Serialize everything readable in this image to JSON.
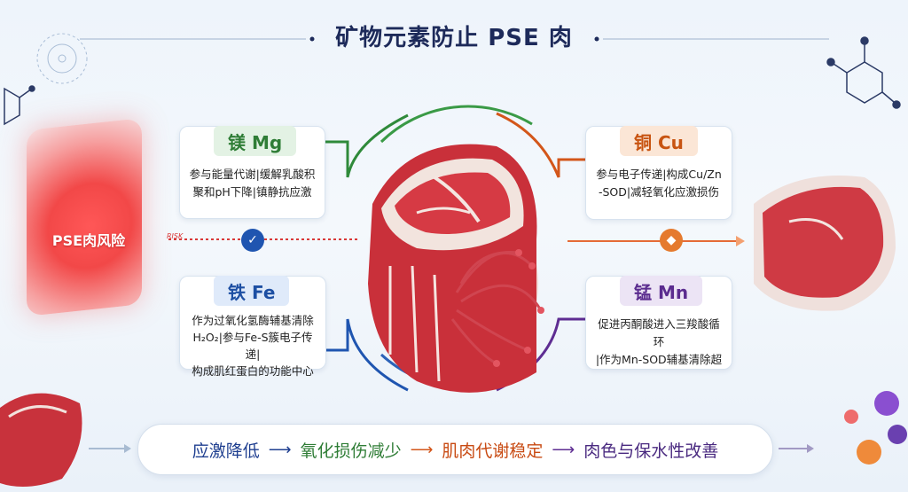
{
  "title": "矿物元素防止 PSE 肉",
  "pse_label": "PSE肉风险",
  "risk_tag": "RISK",
  "cards": {
    "mg": {
      "name": "镁 Mg",
      "lines": [
        "参与能量代谢|缓解乳酸积",
        "聚和pH下降|镇静抗应激"
      ]
    },
    "fe": {
      "name": "铁 Fe",
      "lines": [
        "作为过氧化氢酶辅基清除",
        "H₂O₂|参与Fe-S簇电子传递|",
        "构成肌红蛋白的功能中心"
      ]
    },
    "cu": {
      "name": "铜 Cu",
      "lines": [
        "参与电子传递|构成Cu/Zn",
        "-SOD|减轻氧化应激损伤"
      ]
    },
    "mn": {
      "name": "锰 Mn",
      "lines": [
        "促进丙酮酸进入三羧酸循环",
        "|作为Mn-SOD辅基清除超"
      ]
    }
  },
  "flow": [
    "应激降低",
    "氧化损伤减少",
    "肌肉代谢稳定",
    "肉色与保水性改善"
  ],
  "colors": {
    "mg": "#2f8a3a",
    "fe": "#1f55b0",
    "cu": "#d3561a",
    "mn": "#5e2d92",
    "title": "#1d2a5a",
    "risk": "#f24848"
  }
}
